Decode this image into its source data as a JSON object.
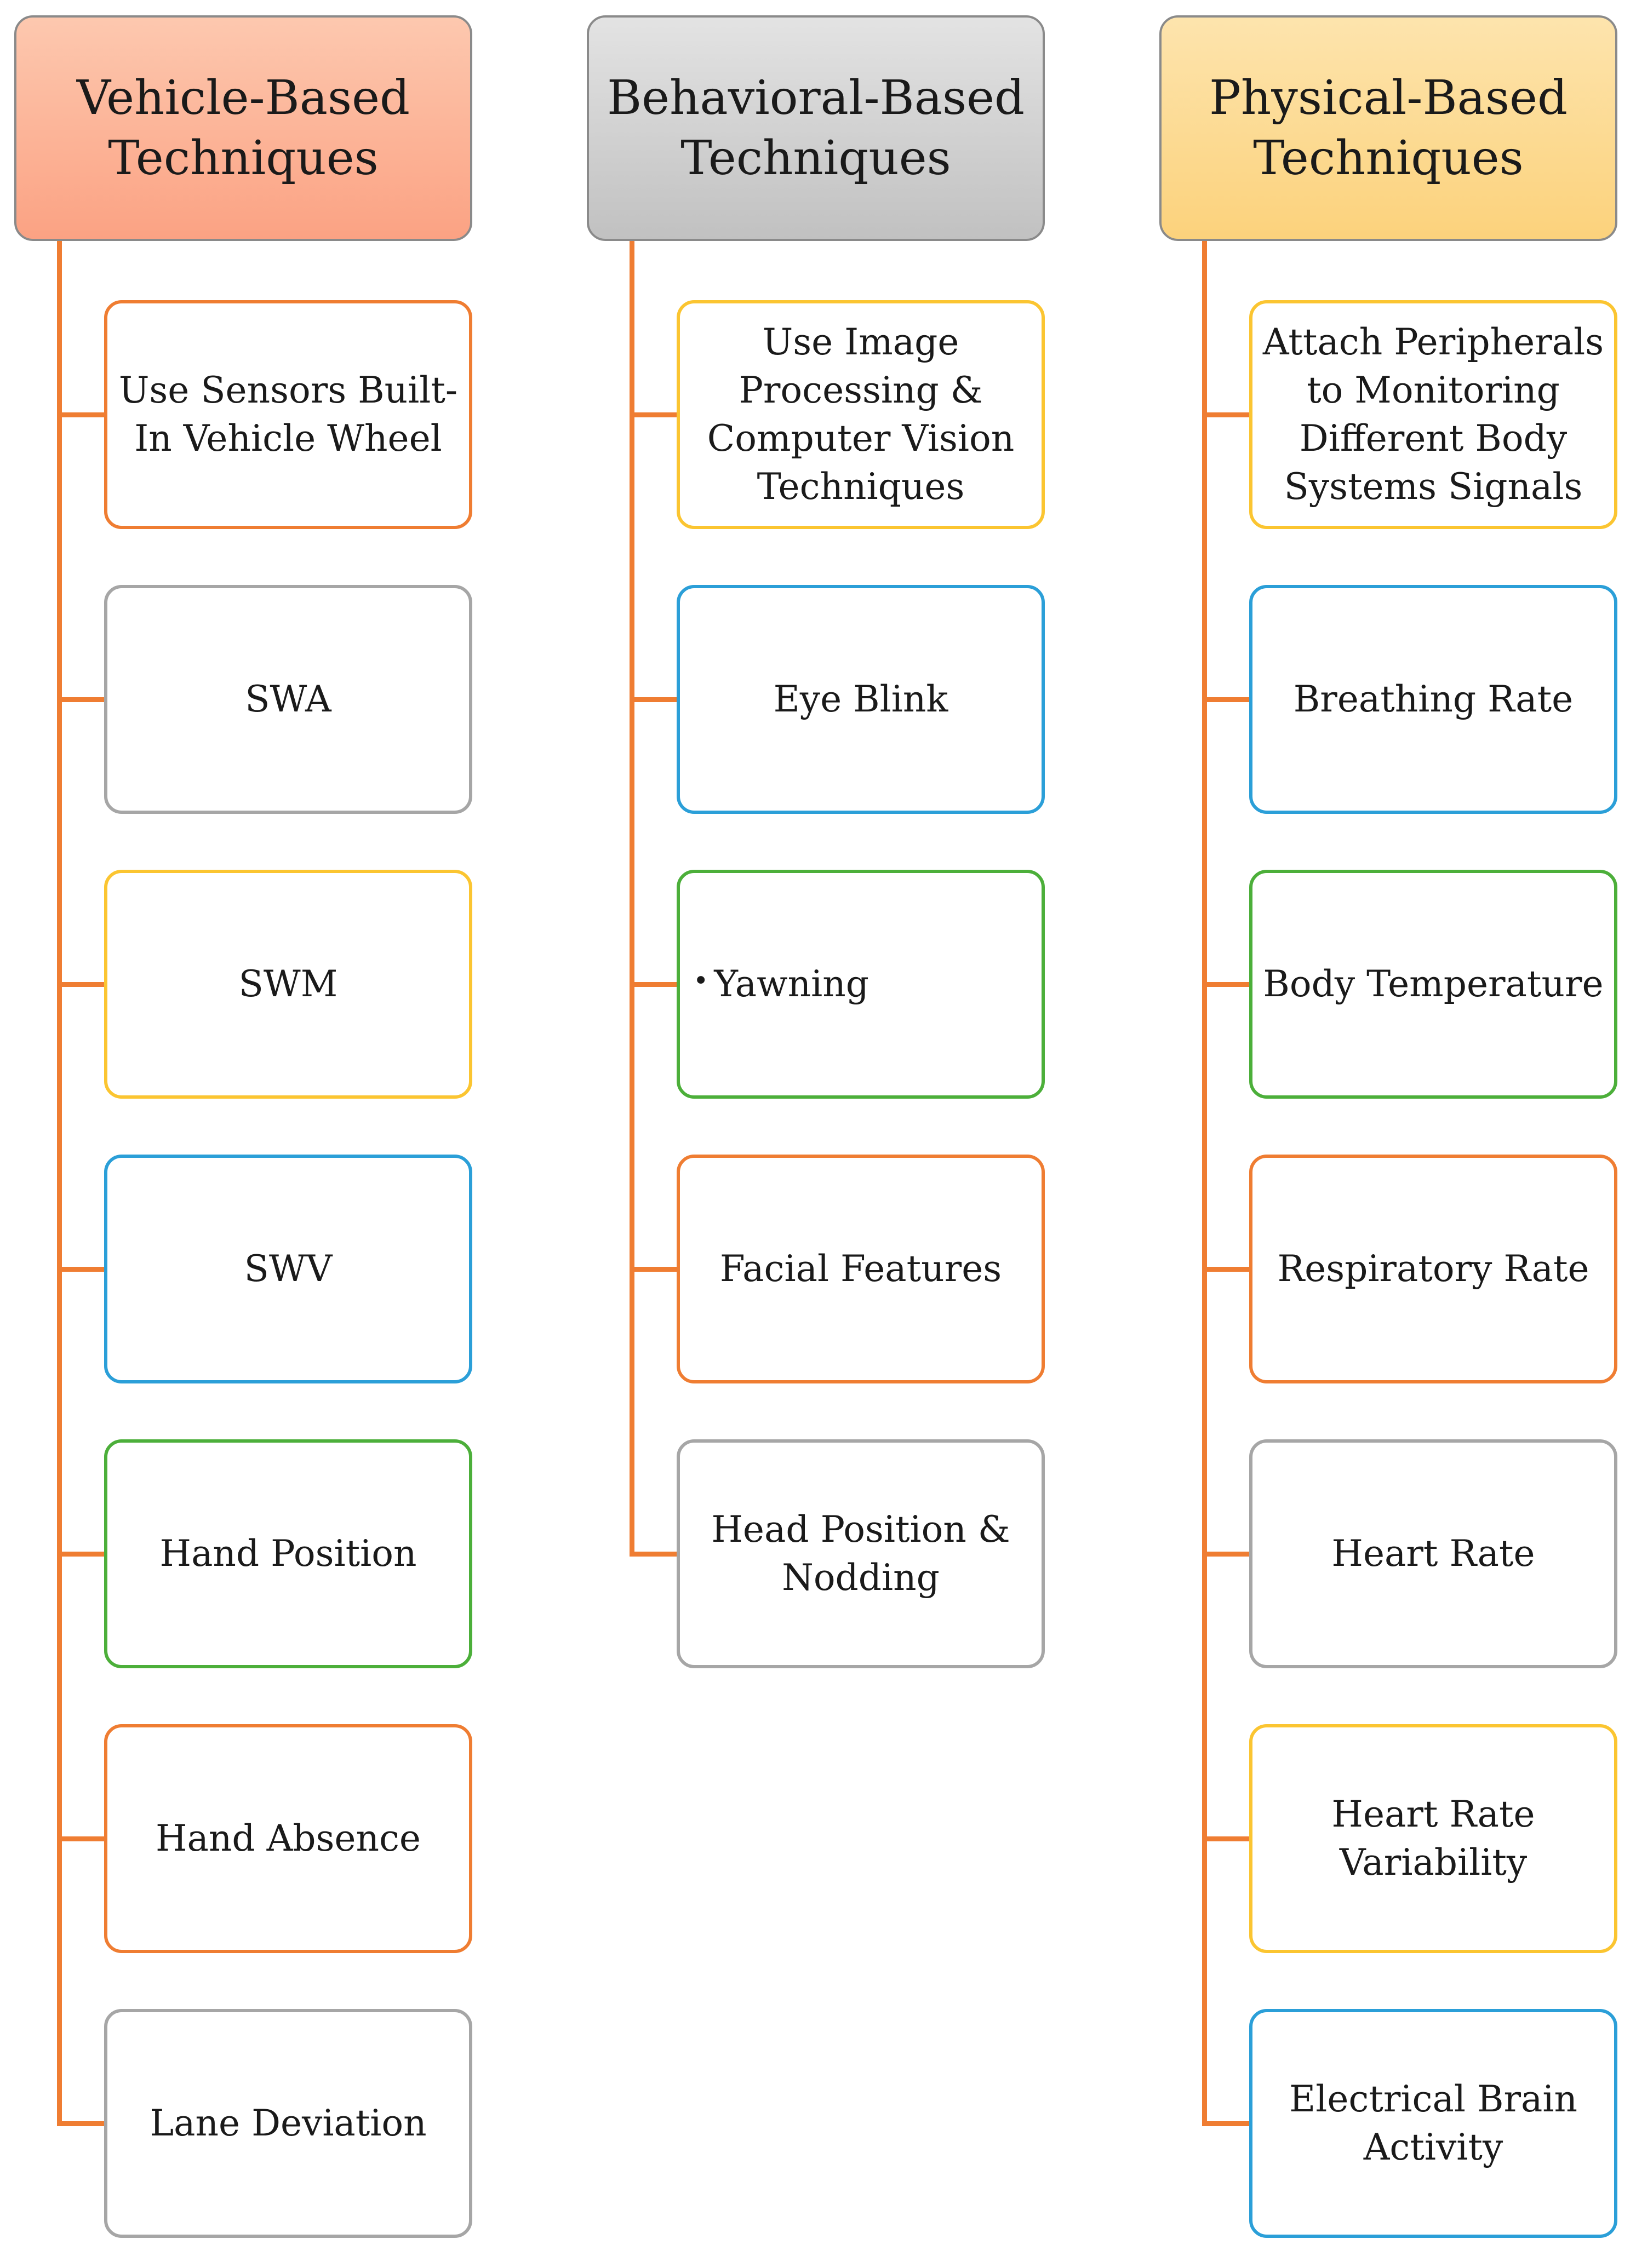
{
  "colors": {
    "connector": "#ef7d32",
    "orange": "#ef7d32",
    "gray": "#a6a6a6",
    "yellow": "#fbc531",
    "blue": "#2b9fd8",
    "green": "#4caf3a",
    "header_vehicle": [
      "#fdc8af",
      "#fba283"
    ],
    "header_behavioral": [
      "#e3e3e3",
      "#c1c1c1"
    ],
    "header_physical": [
      "#fde4ad",
      "#fcd27c"
    ]
  },
  "columns": [
    {
      "header": "Vehicle-Based\nTechniques",
      "header_fill": "header_vehicle",
      "items": [
        {
          "label": "Use Sensors Built-\nIn Vehicle Wheel",
          "border": "orange"
        },
        {
          "label": "SWA",
          "border": "gray"
        },
        {
          "label": "SWM",
          "border": "yellow"
        },
        {
          "label": "SWV",
          "border": "blue"
        },
        {
          "label": "Hand Position",
          "border": "green"
        },
        {
          "label": "Hand Absence",
          "border": "orange"
        },
        {
          "label": "Lane Deviation",
          "border": "gray"
        }
      ]
    },
    {
      "header": "Behavioral-Based\nTechniques",
      "header_fill": "header_behavioral",
      "items": [
        {
          "label": "Use Image\nProcessing &\nComputer Vision\nTechniques",
          "border": "yellow"
        },
        {
          "label": "Eye Blink",
          "border": "blue"
        },
        {
          "label": "Yawning",
          "border": "green",
          "bullet": "•"
        },
        {
          "label": "Facial Features",
          "border": "orange"
        },
        {
          "label": "Head Position &\nNodding",
          "border": "gray"
        }
      ]
    },
    {
      "header": "Physical-Based\nTechniques",
      "header_fill": "header_physical",
      "items": [
        {
          "label": "Attach Peripherals\nto Monitoring\nDifferent Body\nSystems Signals",
          "border": "yellow"
        },
        {
          "label": "Breathing Rate",
          "border": "blue"
        },
        {
          "label": "Body Temperature",
          "border": "green"
        },
        {
          "label": "Respiratory Rate",
          "border": "orange"
        },
        {
          "label": "Heart Rate",
          "border": "gray"
        },
        {
          "label": "Heart Rate\nVariability",
          "border": "yellow"
        },
        {
          "label": "Electrical Brain\nActivity",
          "border": "blue"
        }
      ]
    }
  ]
}
